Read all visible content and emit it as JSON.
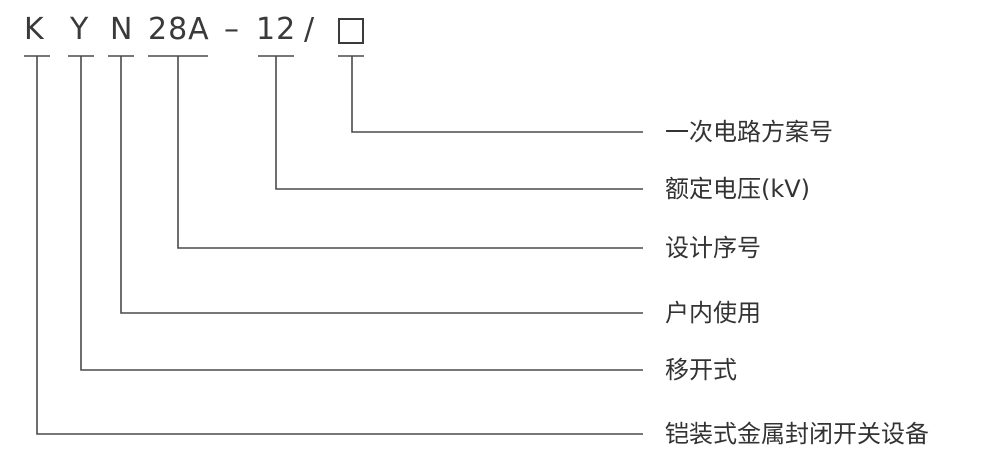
{
  "code": {
    "k": "K",
    "y": "Y",
    "n": "N",
    "series": "28A",
    "dash": "–",
    "voltage": "12",
    "slash": "/"
  },
  "labels": {
    "scheme": "一次电路方案号",
    "rated_voltage": "额定电压(kV)",
    "design_no": "设计序号",
    "indoor": "户内使用",
    "withdrawable": "移开式",
    "armored": "铠装式金属封闭开关设备"
  },
  "colors": {
    "line": "#4a4a4a",
    "text": "#333333"
  }
}
